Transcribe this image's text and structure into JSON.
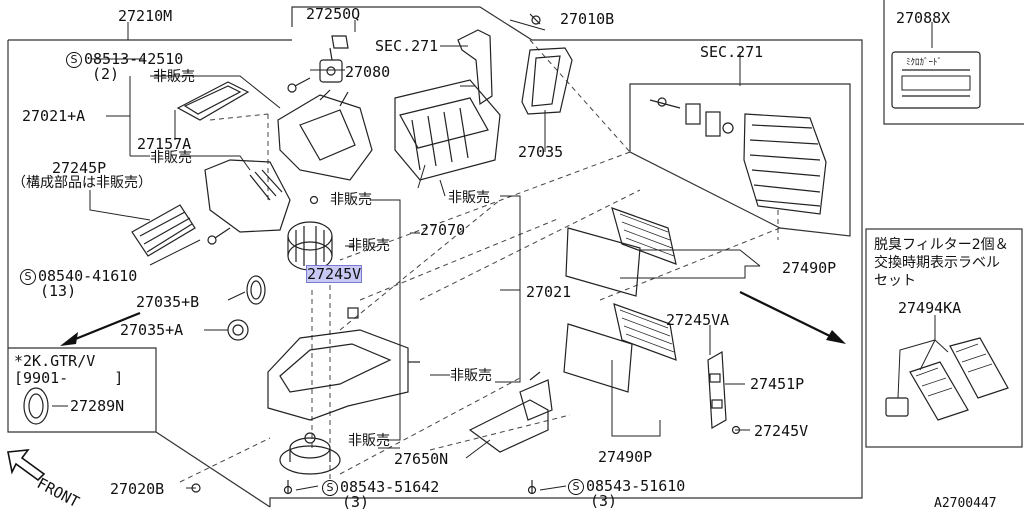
{
  "diagram_id": "A2700447",
  "front_label": "FRONT",
  "callouts": {
    "p27210M": "27210M",
    "p27250Q": "27250Q",
    "p27010B": "27010B",
    "sec271_top": "SEC.271",
    "sec271_right": "SEC.271",
    "p27088X": "27088X",
    "bolt_08513": "08513-42510",
    "bolt_08513_qty": "(2)",
    "not_sold_1": "非販売",
    "p27080": "27080",
    "p27021A": "27021+A",
    "p27157A": "27157A",
    "not_sold_2": "非販売",
    "p27245P": "27245P",
    "p27245P_note": "（構成部品は非販売）",
    "p27035": "27035",
    "not_sold_3": "非販売",
    "not_sold_4": "非販売",
    "p27070": "27070",
    "not_sold_5": "非販売",
    "p27245V_hl": "27245V",
    "p27021": "27021",
    "bolt_08540": "08540-41610",
    "bolt_08540_qty": "(13)",
    "p27035B": "27035+B",
    "p27035A": "27035+A",
    "p27490P_top": "27490P",
    "p27245VA": "27245VA",
    "p27451P": "27451P",
    "p27245V": "27245V",
    "p27490P_bottom": "27490P",
    "not_sold_6": "非販売",
    "not_sold_7": "非販売",
    "p27650N": "27650N",
    "p27020B": "27020B",
    "bolt_08543_a": "08543-51642",
    "bolt_08543_a_qty": "(3)",
    "bolt_08543_b": "08543-51610",
    "bolt_08543_b_qty": "(3)",
    "gtr_note_1": "*2K.GTR/V",
    "gtr_note_2_l": "[9901-",
    "gtr_note_2_r": "]",
    "p27289N": "27289N",
    "deodor_note_1": "脱臭フィルター2個＆",
    "deodor_note_2": "交換時期表示ラベル",
    "deodor_note_3": "セット",
    "p27494KA": "27494KA",
    "label_sticker_text": "ﾐｸﾛｶﾞｰﾄﾞ",
    "circle_s": "S"
  }
}
